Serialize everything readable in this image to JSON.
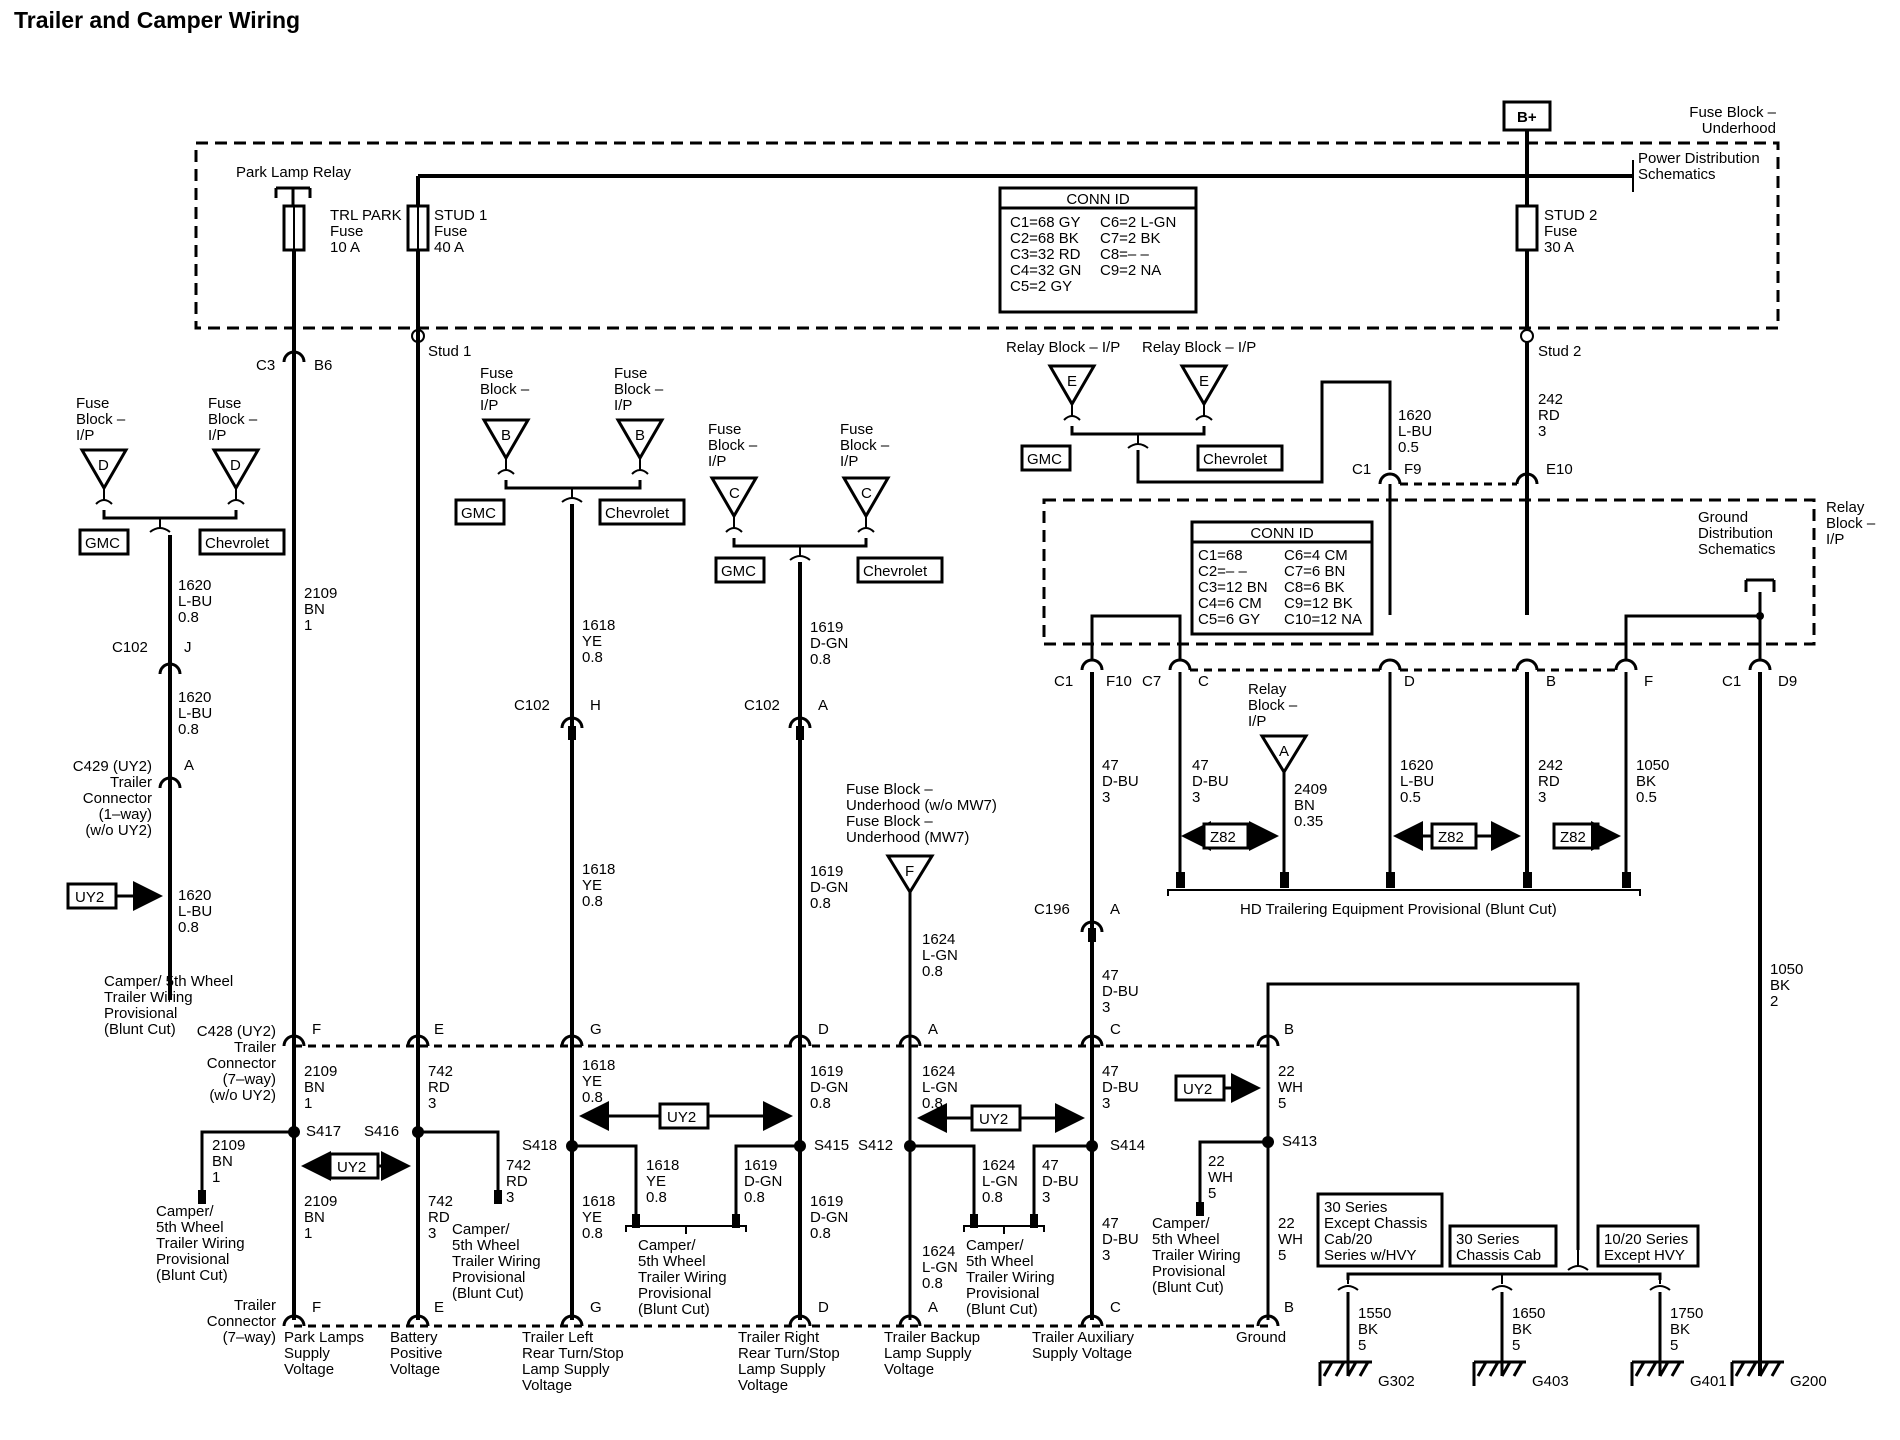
{
  "title": "Trailer and Camper Wiring",
  "top": {
    "bplus": "B+",
    "fuse_block_underhood": [
      "Fuse Block –",
      "Underhood"
    ],
    "power_distribution": [
      "Power Distribution",
      "Schematics"
    ],
    "park_lamp_relay": "Park Lamp Relay",
    "fuse_trl": [
      "TRL PARK",
      "Fuse",
      "10 A"
    ],
    "fuse_stud1": [
      "STUD 1",
      "Fuse",
      "40 A"
    ],
    "fuse_stud2": [
      "STUD 2",
      "Fuse",
      "30 A"
    ],
    "conn_id_title": "CONN ID",
    "conn_id_1": [
      "C1=68 GY",
      "C2=68 BK",
      "C3=32 RD",
      "C4=32 GN",
      "C5=2 GY"
    ],
    "conn_id_2": [
      "C6=2 L-GN",
      "C7=2 BK",
      "C8=– –",
      "C9=2 NA",
      ""
    ],
    "c3": "C3",
    "b6": "B6",
    "stud1": "Stud 1",
    "stud2": "Stud 2"
  },
  "fuse_ip": {
    "d_label": [
      "Fuse",
      "Block –",
      "I/P"
    ],
    "d_letter": "D",
    "b_letter": "B",
    "c_letter": "C",
    "e_letter": "E",
    "relay_block_ip": "Relay Block – I/P",
    "gmc": "GMC",
    "chevrolet": "Chevrolet"
  },
  "relay_block": {
    "label": [
      "Relay",
      "Block –",
      "I/P"
    ],
    "ground_distribution": [
      "Ground",
      "Distribution",
      "Schematics"
    ],
    "conn_id_title": "CONN ID",
    "conn_id_1": [
      "C1=68",
      "C2=– –",
      "C3=12 BN",
      "C4=6 CM",
      "C5=6 GY"
    ],
    "conn_id_2": [
      "C6=4 CM",
      "C7=6 BN",
      "C8=6 BK",
      "C9=12 BK",
      "C10=12 NA"
    ],
    "c1": "C1",
    "f9": "F9",
    "e10": "E10",
    "f10": "F10",
    "c7": "C7",
    "c": "C",
    "d": "D",
    "b": "B",
    "f": "F",
    "d9": "D9",
    "relay_letter": "A",
    "z82": "Z82",
    "hd_trailering": "HD Trailering Equipment Provisional (Blunt Cut)"
  },
  "wires": {
    "w1620a": [
      "1620",
      "L-BU",
      "0.8"
    ],
    "w1620b": [
      "1620",
      "L-BU",
      "0.5"
    ],
    "w2109": [
      "2109",
      "BN",
      "1"
    ],
    "w742": [
      "742",
      "RD",
      "3"
    ],
    "w1618": [
      "1618",
      "YE",
      "0.8"
    ],
    "w1619": [
      "1619",
      "D-GN",
      "0.8"
    ],
    "w1624": [
      "1624",
      "L-GN",
      "0.8"
    ],
    "w47": [
      "47",
      "D-BU",
      "3"
    ],
    "w242": [
      "242",
      "RD",
      "3"
    ],
    "w1050a": [
      "1050",
      "BK",
      "0.5"
    ],
    "w1050b": [
      "1050",
      "BK",
      "2"
    ],
    "w2409": [
      "2409",
      "BN",
      "0.35"
    ],
    "w22": [
      "22",
      "WH",
      "5"
    ],
    "w1550": [
      "1550",
      "BK",
      "5"
    ],
    "w1650": [
      "1650",
      "BK",
      "5"
    ],
    "w1750": [
      "1750",
      "BK",
      "5"
    ]
  },
  "connectors": {
    "c102": "C102",
    "j": "J",
    "h": "H",
    "a": "A",
    "c429": [
      "C429 (UY2)",
      "Trailer",
      "Connector",
      "(1–way)",
      "(w/o UY2)"
    ],
    "c428": [
      "C428 (UY2)",
      "Trailer",
      "Connector",
      "(7–way)",
      "(w/o UY2)"
    ],
    "c196": "C196",
    "uy2": "UY2",
    "camper_main": [
      "Camper/ 5th Wheel",
      "Trailer Wiring",
      "Provisional",
      "(Blunt Cut)"
    ],
    "camper": [
      "Camper/",
      "5th Wheel",
      "Trailer Wiring",
      "Provisional",
      "(Blunt Cut)"
    ],
    "fuse_underhood": [
      "Fuse Block –",
      "Underhood (w/o MW7)",
      "Fuse Block –",
      "Underhood (MW7)"
    ],
    "f_letter": "F",
    "pins": [
      "F",
      "E",
      "G",
      "D",
      "A",
      "C",
      "B"
    ],
    "trailer_connector": [
      "Trailer",
      "Connector",
      "(7–way)"
    ]
  },
  "splices": [
    "S417",
    "S416",
    "S418",
    "S415",
    "S412",
    "S414",
    "S413"
  ],
  "functions": {
    "park": [
      "Park Lamps",
      "Supply",
      "Voltage"
    ],
    "battery": [
      "Battery",
      "Positive",
      "Voltage"
    ],
    "left": [
      "Trailer Left",
      "Rear Turn/Stop",
      "Lamp Supply",
      "Voltage"
    ],
    "right": [
      "Trailer Right",
      "Rear Turn/Stop",
      "Lamp Supply",
      "Voltage"
    ],
    "backup": [
      "Trailer Backup",
      "Lamp Supply",
      "Voltage"
    ],
    "aux": [
      "Trailer Auxiliary",
      "Supply Voltage"
    ],
    "ground": "Ground"
  },
  "grounds": {
    "series30": [
      "30 Series",
      "Except Chassis",
      "Cab/20",
      "Series w/HVY"
    ],
    "series30cab": [
      "30 Series",
      "Chassis Cab"
    ],
    "series1020": [
      "10/20 Series",
      "Except HVY"
    ],
    "g302": "G302",
    "g403": "G403",
    "g401": "G401",
    "g200": "G200"
  }
}
